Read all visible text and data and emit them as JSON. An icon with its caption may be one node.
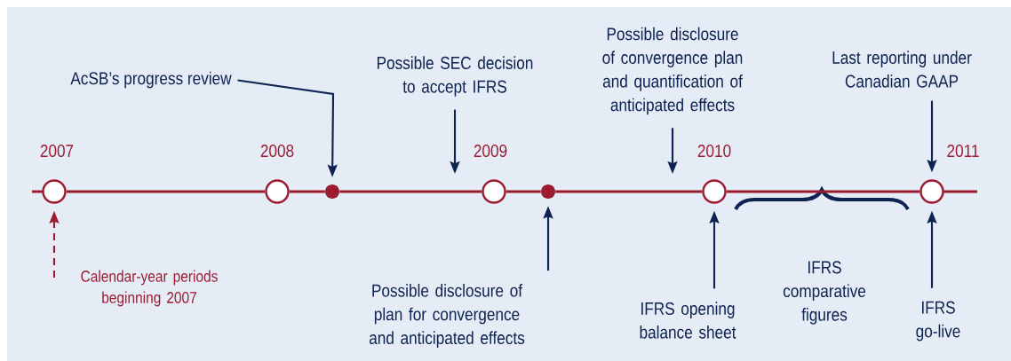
{
  "diagram": {
    "nodes": [
      {
        "text": [],
        "shape": "circle",
        "beside": [
          "2007"
        ]
      },
      {
        "text": [],
        "shape": "circle",
        "beside": [
          "2008"
        ]
      },
      {
        "text": [],
        "shape": "circle"
      },
      {
        "text": [],
        "shape": "circle",
        "beside": [
          "2009"
        ]
      },
      {
        "text": [],
        "shape": "circle"
      },
      {
        "text": [],
        "shape": "circle",
        "beside": [
          "2010"
        ]
      },
      {
        "text": [],
        "shape": "circle",
        "beside": [
          "2011"
        ]
      },
      {
        "text": [
          "AcSB’s progress review"
        ]
      },
      {
        "text": [
          "Possible SEC decision to accept IFRS"
        ]
      },
      {
        "text": [
          "Possible disclosure of convergence plan and quantification of anticipated effects"
        ]
      },
      {
        "text": [
          "Last reporting under Canadian GAAP"
        ]
      },
      {
        "text": [
          "Calendar-year periods beginning 2007"
        ]
      },
      {
        "text": [
          "Possible disclosure of plan for convergence and anticipated effects"
        ]
      },
      {
        "text": [
          "IFRS opening balance sheet"
        ]
      },
      {
        "text": [
          "IFRS go-live"
        ]
      }
    ],
    "edges": [
      {
        "from": 0,
        "to": 1,
        "arrow": "none",
        "color": "#9b1b30"
      },
      {
        "from": 1,
        "to": 2,
        "arrow": "none",
        "color": "#9b1b30"
      },
      {
        "from": 2,
        "to": 3,
        "arrow": "none",
        "color": "#9b1b30"
      },
      {
        "from": 3,
        "to": 4,
        "arrow": "none",
        "color": "#9b1b30"
      },
      {
        "from": 4,
        "to": 5,
        "arrow": "none",
        "color": "#9b1b30"
      },
      {
        "from": 5,
        "to": 6,
        "arrow": "none",
        "color": "#9b1b30"
      },
      {
        "from": 7,
        "to": 2,
        "arrow": "to",
        "color": "#0d2350"
      },
      {
        "from": 8,
        "to": null,
        "arrow": "to",
        "color": "#0d2350"
      },
      {
        "from": 9,
        "to": null,
        "arrow": "to",
        "color": "#0d2350"
      },
      {
        "from": 10,
        "to": 6,
        "arrow": "to",
        "color": "#0d2350"
      },
      {
        "from": 11,
        "to": 0,
        "arrow": "to",
        "style": "dashed",
        "color": "#9b1b30"
      },
      {
        "from": 12,
        "to": 4,
        "arrow": "to",
        "color": "#0d2350"
      },
      {
        "from": 13,
        "to": 5,
        "arrow": "to",
        "color": "#0d2350"
      },
      {
        "from": 14,
        "to": 6,
        "arrow": "to",
        "color": "#0d2350"
      }
    ],
    "labels": [
      "IFRS comparative figures"
    ]
  }
}
